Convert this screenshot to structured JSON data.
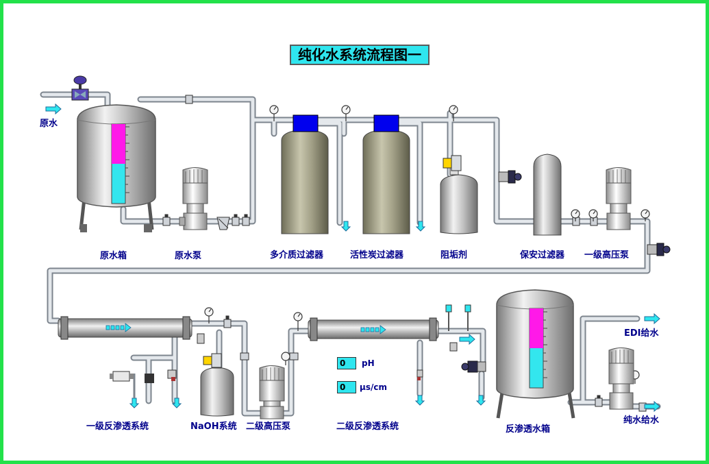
{
  "title": "纯化水系统流程图一",
  "labels": {
    "raw_water": "原水",
    "raw_water_tank": "原水箱",
    "raw_water_pump": "原水泵",
    "multimedia_filter": "多介质过滤器",
    "activated_carbon_filter": "活性炭过滤器",
    "antiscalant": "阻垢剂",
    "security_filter": "保安过滤器",
    "primary_hp_pump": "一级高压泵",
    "primary_ro_system": "一级反渗透系统",
    "naoh_system": "NaOH系统",
    "secondary_hp_pump": "二级高压泵",
    "secondary_ro_system": "二级反渗透系统",
    "ro_water_tank": "反渗透水箱",
    "edi_feed": "EDI给水",
    "pure_water_feed": "纯水给水"
  },
  "readouts": {
    "ph": {
      "value": "0",
      "unit": "pH"
    },
    "conductivity": {
      "value": "0",
      "unit": "μs/cm"
    }
  },
  "tank_levels": {
    "raw_water_tank": {
      "magenta": 0.5,
      "cyan": 0.5
    },
    "ro_water_tank": {
      "magenta": 0.5,
      "cyan": 0.5
    }
  },
  "colors": {
    "frame": "#22e14a",
    "title_bg": "#2fe6ef",
    "label": "#00008b",
    "level_magenta": "#ff19e8",
    "level_cyan": "#33e6ee",
    "pipe": "#d9dde3",
    "filter_cap": "#0000ee",
    "valve_purple": "#4a3aa6"
  },
  "icons": [
    "arrow-right-icon",
    "arrow-down-icon",
    "pressure-gauge-icon",
    "valve-icon",
    "pump-icon",
    "flow-meter-icon"
  ]
}
